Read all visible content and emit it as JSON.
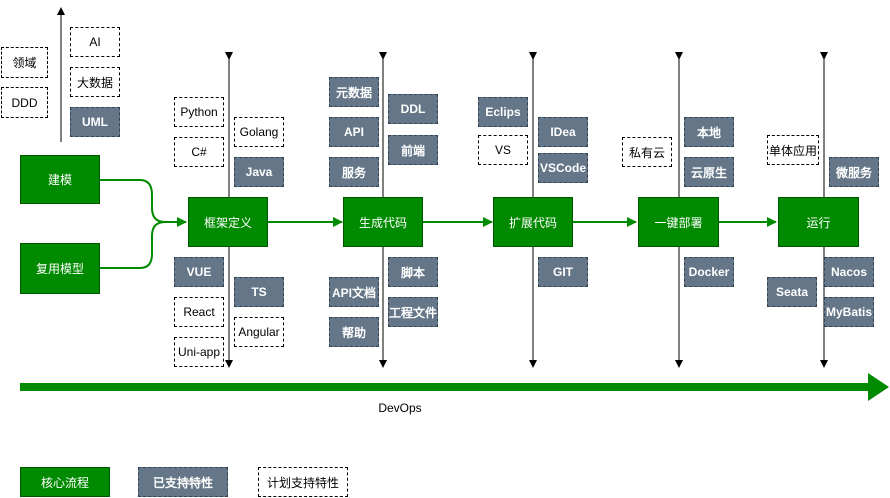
{
  "left": {
    "plan": [
      "领域",
      "DDD",
      "AI",
      "大数据"
    ],
    "sup": [
      "UML"
    ]
  },
  "core": [
    "建模",
    "复用模型",
    "框架定义",
    "生成代码",
    "扩展代码",
    "一键部署",
    "运行"
  ],
  "framework": {
    "plan": [
      "Python",
      "C#",
      "Golang",
      "React",
      "Uni-app",
      "Angular"
    ],
    "sup": [
      "Java",
      "VUE",
      "TS"
    ]
  },
  "generate": {
    "sup": [
      "元数据",
      "API",
      "服务",
      "DDL",
      "前端",
      "API文档",
      "帮助",
      "脚本",
      "工程文件"
    ]
  },
  "extend": {
    "sup": [
      "Eclips",
      "IDea",
      "VSCode",
      "GIT"
    ],
    "plan": [
      "VS"
    ]
  },
  "deploy": {
    "plan": [
      "私有云"
    ],
    "sup": [
      "本地",
      "云原生",
      "Docker"
    ]
  },
  "run": {
    "plan": [
      "单体应用"
    ],
    "sup": [
      "微服务",
      "Seata",
      "Nacos",
      "MyBatis"
    ]
  },
  "devops_label": "DevOps",
  "legend": {
    "core": "核心流程",
    "sup": "已支持特性",
    "plan": "计划支持特性"
  },
  "colors": {
    "core_fill": "#008a00",
    "core_border": "#005700",
    "supported_fill": "#647687",
    "supported_border": "#314354"
  }
}
